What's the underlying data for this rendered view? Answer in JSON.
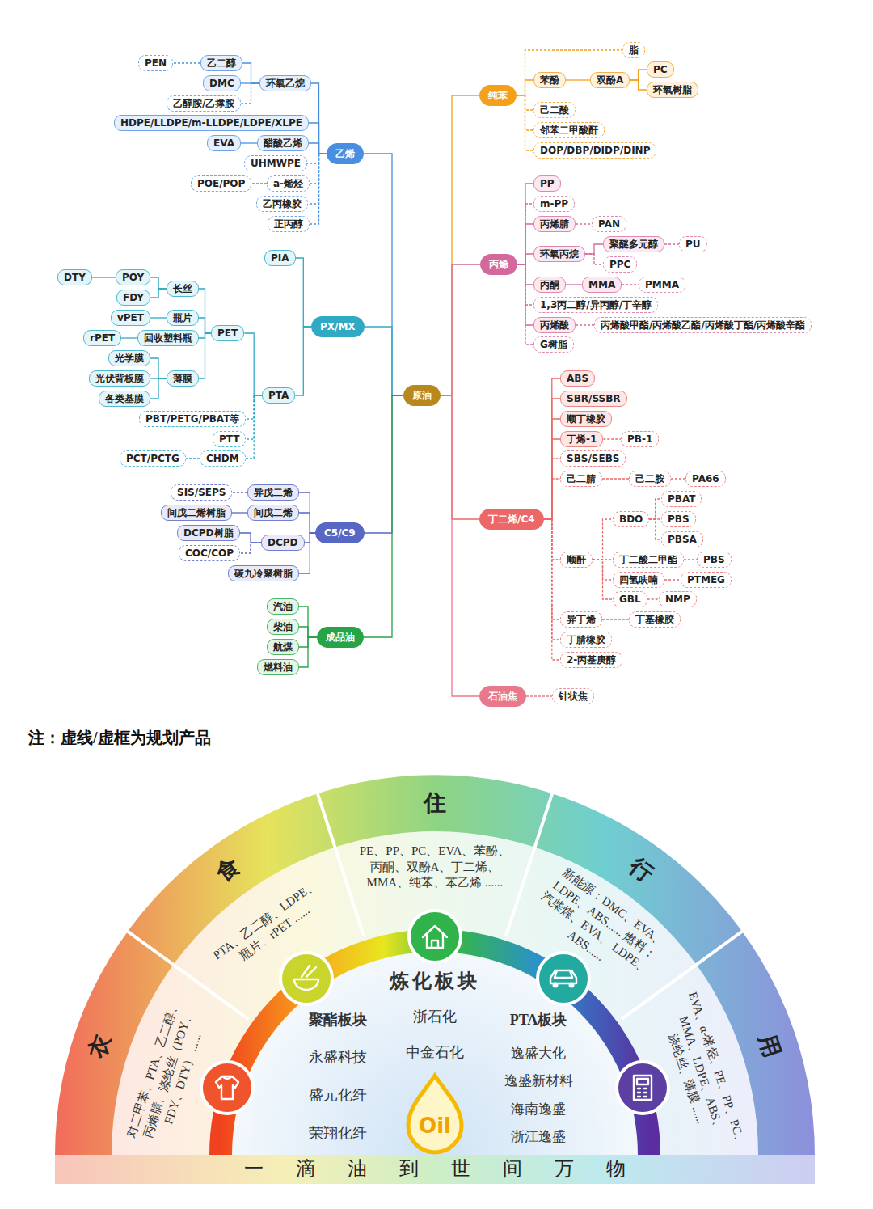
{
  "diagram": {
    "nodes": [
      {
        "text": [
          "原油"
        ]
      },
      {
        "text": [
          "乙烯"
        ]
      },
      {
        "text": [
          "环氧乙烷"
        ]
      },
      {
        "text": [
          "乙二醇"
        ]
      },
      {
        "text": [
          "PEN"
        ]
      },
      {
        "text": [
          "DMC"
        ]
      },
      {
        "text": [
          "乙醇胺/乙撑胺"
        ]
      },
      {
        "text": [
          "HDPE/LLDPE/m-LLDPE/LDPE/XLPE"
        ]
      },
      {
        "text": [
          "醋酸乙烯"
        ]
      },
      {
        "text": [
          "EVA"
        ]
      },
      {
        "text": [
          "UHMWPE"
        ]
      },
      {
        "text": [
          "a-烯烃"
        ]
      },
      {
        "text": [
          "POE/POP"
        ]
      },
      {
        "text": [
          "乙丙橡胶"
        ]
      },
      {
        "text": [
          "正丙醇"
        ]
      },
      {
        "text": [
          "PX/MX"
        ]
      },
      {
        "text": [
          "PIA"
        ]
      },
      {
        "text": [
          "PTA"
        ]
      },
      {
        "text": [
          "PET"
        ]
      },
      {
        "text": [
          "长丝"
        ]
      },
      {
        "text": [
          "POY"
        ]
      },
      {
        "text": [
          "DTY"
        ]
      },
      {
        "text": [
          "FDY"
        ]
      },
      {
        "text": [
          "瓶片"
        ]
      },
      {
        "text": [
          "vPET"
        ]
      },
      {
        "text": [
          "回收塑料瓶"
        ]
      },
      {
        "text": [
          "rPET"
        ]
      },
      {
        "text": [
          "薄膜"
        ]
      },
      {
        "text": [
          "光学膜"
        ]
      },
      {
        "text": [
          "光伏背板膜"
        ]
      },
      {
        "text": [
          "各类基膜"
        ]
      },
      {
        "text": [
          "PBT/PETG/PBAT等"
        ]
      },
      {
        "text": [
          "PTT"
        ]
      },
      {
        "text": [
          "CHDM"
        ]
      },
      {
        "text": [
          "PCT/PCTG"
        ]
      },
      {
        "text": [
          "C5/C9"
        ]
      },
      {
        "text": [
          "异戊二烯"
        ]
      },
      {
        "text": [
          "SIS/SEPS"
        ]
      },
      {
        "text": [
          "间戊二烯"
        ]
      },
      {
        "text": [
          "间戊二烯树脂"
        ]
      },
      {
        "text": [
          "DCPD"
        ]
      },
      {
        "text": [
          "DCPD树脂"
        ]
      },
      {
        "text": [
          "COC/COP"
        ]
      },
      {
        "text": [
          "碳九冷聚树脂"
        ]
      },
      {
        "text": [
          "成品油"
        ]
      },
      {
        "text": [
          "汽油"
        ]
      },
      {
        "text": [
          "柴油"
        ]
      },
      {
        "text": [
          "航煤"
        ]
      },
      {
        "text": [
          "燃料油"
        ]
      },
      {
        "text": [
          "纯苯"
        ]
      },
      {
        "text": [
          "脂"
        ]
      },
      {
        "text": [
          "苯酚"
        ]
      },
      {
        "text": [
          "双酚A"
        ]
      },
      {
        "text": [
          "PC"
        ]
      },
      {
        "text": [
          "环氧树脂"
        ]
      },
      {
        "text": [
          "己二酸"
        ]
      },
      {
        "text": [
          "邻苯二甲酸酐"
        ]
      },
      {
        "text": [
          "DOP/DBP/DIDP/DINP"
        ]
      },
      {
        "text": [
          "丙烯"
        ]
      },
      {
        "text": [
          "PP"
        ]
      },
      {
        "text": [
          "m-PP"
        ]
      },
      {
        "text": [
          "丙烯腈"
        ]
      },
      {
        "text": [
          "PAN"
        ]
      },
      {
        "text": [
          "环氧丙烷"
        ]
      },
      {
        "text": [
          "聚醚多元醇"
        ]
      },
      {
        "text": [
          "PU"
        ]
      },
      {
        "text": [
          "PPC"
        ]
      },
      {
        "text": [
          "丙酮"
        ]
      },
      {
        "text": [
          "MMA"
        ]
      },
      {
        "text": [
          "PMMA"
        ]
      },
      {
        "text": [
          "1,3丙二醇/异丙醇/丁辛醇"
        ]
      },
      {
        "text": [
          "丙烯酸"
        ]
      },
      {
        "text": [
          "丙烯酸甲酯/丙烯酸乙酯/丙烯酸丁酯/丙烯酸辛酯"
        ]
      },
      {
        "text": [
          "G树脂"
        ]
      },
      {
        "text": [
          "丁二烯/C4"
        ]
      },
      {
        "text": [
          "ABS"
        ]
      },
      {
        "text": [
          "SBR/SSBR"
        ]
      },
      {
        "text": [
          "顺丁橡胶"
        ]
      },
      {
        "text": [
          "丁烯-1"
        ]
      },
      {
        "text": [
          "PB-1"
        ]
      },
      {
        "text": [
          "SBS/SEBS"
        ]
      },
      {
        "text": [
          "己二腈"
        ]
      },
      {
        "text": [
          "己二胺"
        ]
      },
      {
        "text": [
          "PA66"
        ]
      },
      {
        "text": [
          "顺酐"
        ]
      },
      {
        "text": [
          "BDO"
        ]
      },
      {
        "text": [
          "PBAT"
        ]
      },
      {
        "text": [
          "PBS"
        ]
      },
      {
        "text": [
          "PBSA"
        ]
      },
      {
        "text": [
          "丁二酸二甲酯"
        ]
      },
      {
        "text": [
          "PBS"
        ]
      },
      {
        "text": [
          "四氢呋喃"
        ]
      },
      {
        "text": [
          "PTMEG"
        ]
      },
      {
        "text": [
          "GBL"
        ]
      },
      {
        "text": [
          "NMP"
        ]
      },
      {
        "text": [
          "异丁烯"
        ]
      },
      {
        "text": [
          "丁基橡胶"
        ]
      },
      {
        "text": [
          "丁腈橡胶"
        ]
      },
      {
        "text": [
          "2-丙基庚醇"
        ]
      },
      {
        "text": [
          "石油焦"
        ]
      },
      {
        "text": [
          "针状焦"
        ]
      }
    ],
    "edges": [
      {
        "from": 0,
        "to": 1,
        "arrow": "none"
      },
      {
        "from": 1,
        "to": 2,
        "arrow": "none"
      },
      {
        "from": 2,
        "to": 3,
        "arrow": "none"
      },
      {
        "from": 3,
        "to": 4,
        "arrow": "none"
      },
      {
        "from": 2,
        "to": 5,
        "arrow": "none"
      },
      {
        "from": 2,
        "to": 6,
        "arrow": "none"
      },
      {
        "from": 1,
        "to": 7,
        "arrow": "none"
      },
      {
        "from": 1,
        "to": 8,
        "arrow": "none"
      },
      {
        "from": 8,
        "to": 9,
        "arrow": "none"
      },
      {
        "from": 1,
        "to": 10,
        "arrow": "none"
      },
      {
        "from": 1,
        "to": 11,
        "arrow": "none"
      },
      {
        "from": 11,
        "to": 12,
        "arrow": "none"
      },
      {
        "from": 1,
        "to": 13,
        "arrow": "none"
      },
      {
        "from": 1,
        "to": 14,
        "arrow": "none"
      },
      {
        "from": 0,
        "to": 15,
        "arrow": "none"
      },
      {
        "from": 15,
        "to": 16,
        "arrow": "none"
      },
      {
        "from": 15,
        "to": 17,
        "arrow": "none"
      },
      {
        "from": 17,
        "to": 18,
        "arrow": "none"
      },
      {
        "from": 18,
        "to": 19,
        "arrow": "none"
      },
      {
        "from": 19,
        "to": 20,
        "arrow": "none"
      },
      {
        "from": 20,
        "to": 21,
        "arrow": "none"
      },
      {
        "from": 19,
        "to": 22,
        "arrow": "none"
      },
      {
        "from": 18,
        "to": 23,
        "arrow": "none"
      },
      {
        "from": 23,
        "to": 24,
        "arrow": "none"
      },
      {
        "from": 18,
        "to": 25,
        "arrow": "none"
      },
      {
        "from": 25,
        "to": 26,
        "arrow": "none"
      },
      {
        "from": 18,
        "to": 27,
        "arrow": "none"
      },
      {
        "from": 27,
        "to": 28,
        "arrow": "none"
      },
      {
        "from": 27,
        "to": 29,
        "arrow": "none"
      },
      {
        "from": 27,
        "to": 30,
        "arrow": "none"
      },
      {
        "from": 17,
        "to": 31,
        "arrow": "none"
      },
      {
        "from": 17,
        "to": 32,
        "arrow": "none"
      },
      {
        "from": 17,
        "to": 33,
        "arrow": "none"
      },
      {
        "from": 33,
        "to": 34,
        "arrow": "none"
      },
      {
        "from": 0,
        "to": 35,
        "arrow": "none"
      },
      {
        "from": 35,
        "to": 36,
        "arrow": "none"
      },
      {
        "from": 36,
        "to": 37,
        "arrow": "none"
      },
      {
        "from": 35,
        "to": 38,
        "arrow": "none"
      },
      {
        "from": 38,
        "to": 39,
        "arrow": "none"
      },
      {
        "from": 35,
        "to": 40,
        "arrow": "none"
      },
      {
        "from": 40,
        "to": 41,
        "arrow": "none"
      },
      {
        "from": 40,
        "to": 42,
        "arrow": "none"
      },
      {
        "from": 35,
        "to": 43,
        "arrow": "none"
      },
      {
        "from": 0,
        "to": 44,
        "arrow": "none"
      },
      {
        "from": 44,
        "to": 45,
        "arrow": "none"
      },
      {
        "from": 44,
        "to": 46,
        "arrow": "none"
      },
      {
        "from": 44,
        "to": 47,
        "arrow": "none"
      },
      {
        "from": 44,
        "to": 48,
        "arrow": "none"
      },
      {
        "from": 0,
        "to": 49,
        "arrow": "none"
      },
      {
        "from": 49,
        "to": 50,
        "arrow": "none"
      },
      {
        "from": 49,
        "to": 51,
        "arrow": "none"
      },
      {
        "from": 51,
        "to": 52,
        "arrow": "none"
      },
      {
        "from": 52,
        "to": 53,
        "arrow": "none"
      },
      {
        "from": 52,
        "to": 54,
        "arrow": "none"
      },
      {
        "from": 49,
        "to": 55,
        "arrow": "none"
      },
      {
        "from": 49,
        "to": 56,
        "arrow": "none"
      },
      {
        "from": 49,
        "to": 57,
        "arrow": "none"
      },
      {
        "from": 0,
        "to": 58,
        "arrow": "none"
      },
      {
        "from": 58,
        "to": 59,
        "arrow": "none"
      },
      {
        "from": 58,
        "to": 60,
        "arrow": "none"
      },
      {
        "from": 58,
        "to": 61,
        "arrow": "none"
      },
      {
        "from": 61,
        "to": 62,
        "arrow": "none"
      },
      {
        "from": 58,
        "to": 63,
        "arrow": "none"
      },
      {
        "from": 63,
        "to": 64,
        "arrow": "none"
      },
      {
        "from": 64,
        "to": 65,
        "arrow": "none"
      },
      {
        "from": 63,
        "to": 66,
        "arrow": "none"
      },
      {
        "from": 58,
        "to": 67,
        "arrow": "none"
      },
      {
        "from": 67,
        "to": 68,
        "arrow": "none"
      },
      {
        "from": 68,
        "to": 69,
        "arrow": "none"
      },
      {
        "from": 58,
        "to": 70,
        "arrow": "none"
      },
      {
        "from": 58,
        "to": 71,
        "arrow": "none"
      },
      {
        "from": 71,
        "to": 72,
        "arrow": "none"
      },
      {
        "from": 58,
        "to": 73,
        "arrow": "none"
      },
      {
        "from": 0,
        "to": 74,
        "arrow": "none"
      },
      {
        "from": 74,
        "to": 75,
        "arrow": "none"
      },
      {
        "from": 74,
        "to": 76,
        "arrow": "none"
      },
      {
        "from": 74,
        "to": 77,
        "arrow": "none"
      },
      {
        "from": 74,
        "to": 78,
        "arrow": "none"
      },
      {
        "from": 78,
        "to": 79,
        "arrow": "none"
      },
      {
        "from": 74,
        "to": 80,
        "arrow": "none"
      },
      {
        "from": 74,
        "to": 81,
        "arrow": "none"
      },
      {
        "from": 81,
        "to": 82,
        "arrow": "none"
      },
      {
        "from": 82,
        "to": 83,
        "arrow": "none"
      },
      {
        "from": 74,
        "to": 84,
        "arrow": "none"
      },
      {
        "from": 84,
        "to": 85,
        "arrow": "none"
      },
      {
        "from": 85,
        "to": 86,
        "arrow": "none"
      },
      {
        "from": 85,
        "to": 87,
        "arrow": "none"
      },
      {
        "from": 85,
        "to": 88,
        "arrow": "none"
      },
      {
        "from": 84,
        "to": 89,
        "arrow": "none"
      },
      {
        "from": 89,
        "to": 90,
        "arrow": "none"
      },
      {
        "from": 84,
        "to": 91,
        "arrow": "none"
      },
      {
        "from": 91,
        "to": 92,
        "arrow": "none"
      },
      {
        "from": 84,
        "to": 93,
        "arrow": "none"
      },
      {
        "from": 93,
        "to": 94,
        "arrow": "none"
      },
      {
        "from": 74,
        "to": 95,
        "arrow": "none"
      },
      {
        "from": 95,
        "to": 96,
        "arrow": "none"
      },
      {
        "from": 74,
        "to": 97,
        "arrow": "none"
      },
      {
        "from": 74,
        "to": 98,
        "arrow": "none"
      },
      {
        "from": 0,
        "to": 99,
        "arrow": "none"
      },
      {
        "from": 99,
        "to": 100,
        "arrow": "none"
      }
    ],
    "labels": [
      "注：虚线/虚框为规划产品",
      "衣",
      "食",
      "住",
      "行",
      "用",
      "对二甲苯、PTA、乙二醇、 丙烯腈、涤纶丝（POY、 FDY、DTY） ......",
      "PTA、乙二醇、LDPE、 瓶片、rPET ......",
      "PE、PP、PC、EVA、苯酚、 丙酮、双酚A、丁二烯、 MMA、纯苯、苯乙烯 ......",
      "新能源：DMC、EVA、 LDPE、ABS...... 燃料：汽柴煤、EVA、 LDPE、ABS......",
      "EVA、α-烯烃、PE、PP、PC、 MMA、LDPE、ABS、 涤纶丝、薄膜 ......",
      "炼化板块",
      "浙石化",
      "中金石化",
      "聚酯板块",
      "永盛科技",
      "盛元化纤",
      "荣翔化纤",
      "PTA板块",
      "逸盛大化",
      "逸盛新材料",
      "海南逸盛",
      "浙江逸盛",
      "Oil",
      "一滴油到世间万物"
    ]
  }
}
